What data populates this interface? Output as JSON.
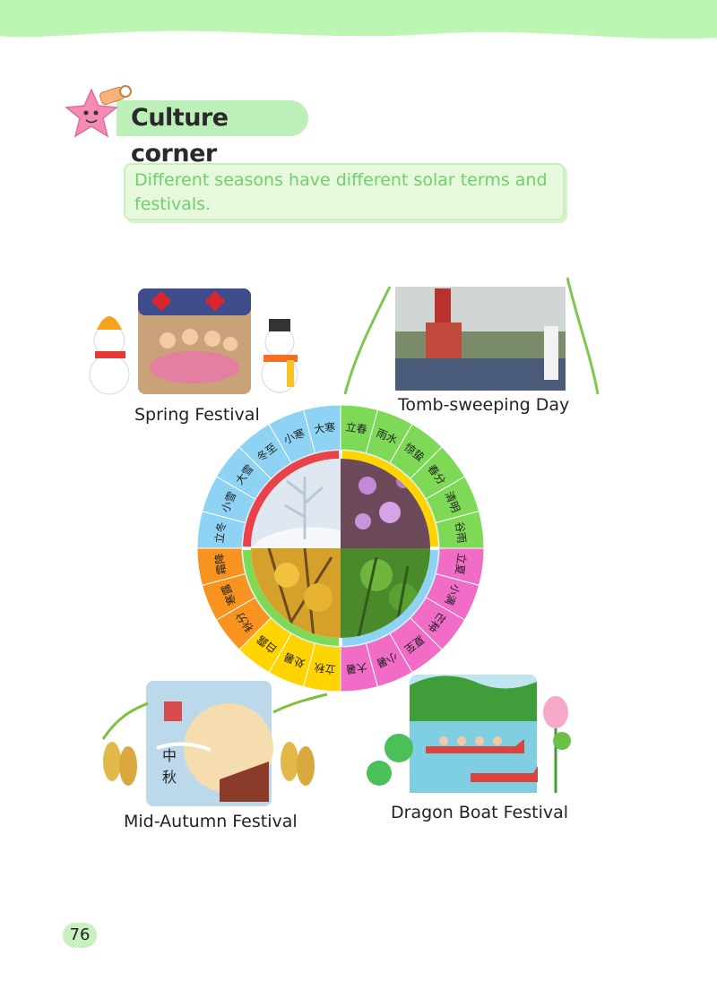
{
  "header": {
    "title": "Culture corner"
  },
  "note": {
    "text": "Different seasons have different solar terms and festivals."
  },
  "festivals": {
    "spring": "Spring Festival",
    "tomb": "Tomb-sweeping Day",
    "mid_autumn": "Mid-Autumn Festival",
    "dragon_boat": "Dragon Boat Festival"
  },
  "lantern_text": "中秋",
  "page_number": "76",
  "solar_terms": [
    "立春",
    "雨水",
    "惊蛰",
    "春分",
    "清明",
    "谷雨",
    "立夏",
    "小满",
    "芒种",
    "夏至",
    "小暑",
    "大暑",
    "立秋",
    "处暑",
    "白露",
    "秋分",
    "寒露",
    "霜降",
    "立冬",
    "小雪",
    "大雪",
    "冬至",
    "小寒",
    "大寒"
  ],
  "colors": {
    "spring": "#7ed957",
    "summer": "#f06cc6",
    "autumn": "#ffd400",
    "winter_a": "#f7931e",
    "winter_b": "#8fd3f4",
    "header_bg": "#bdf0b8",
    "note_text": "#6fcf6a"
  }
}
